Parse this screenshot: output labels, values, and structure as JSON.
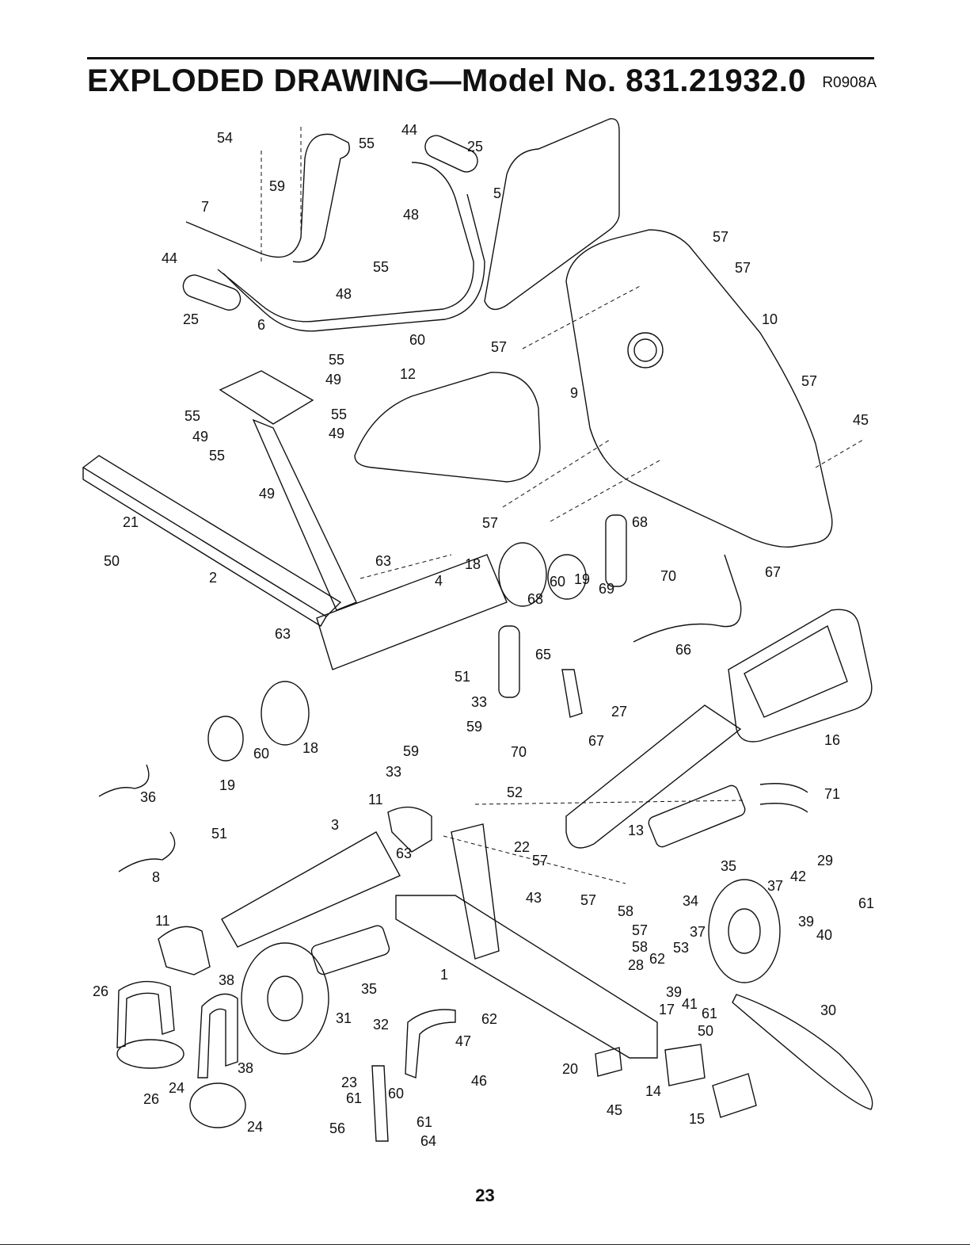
{
  "header": {
    "title": "EXPLODED DRAWING—Model No. 831.21932.0",
    "code": "R0908A"
  },
  "callouts": {
    "c54": "54",
    "c59": "59",
    "c55a": "55",
    "c44a": "44",
    "c25a": "25",
    "c7": "7",
    "c48a": "48",
    "c44b": "44",
    "c55b": "55",
    "c48b": "48",
    "c25b": "25",
    "c6": "6",
    "c60a": "60",
    "c5": "5",
    "c57a": "57",
    "c57b": "57",
    "c10": "10",
    "c57c": "57",
    "c12": "12",
    "c9": "9",
    "c55c": "55",
    "c49a": "49",
    "c55d": "55",
    "c55e": "55",
    "c49b": "49",
    "c49c": "49",
    "c55f": "55",
    "c49d": "49",
    "c57d": "57",
    "c45a": "45",
    "c21": "21",
    "c50a": "50",
    "c2": "2",
    "c57e": "57",
    "c68a": "68",
    "c63a": "63",
    "c18a": "18",
    "c4": "4",
    "c60b": "60",
    "c19a": "19",
    "c70a": "70",
    "c67a": "67",
    "c69": "69",
    "c63b": "63",
    "c68b": "68",
    "c65": "65",
    "c66": "66",
    "c51a": "51",
    "c27": "27",
    "c16": "16",
    "c33a": "33",
    "c60c": "60",
    "c18b": "18",
    "c59b": "59",
    "c59c": "59",
    "c70b": "70",
    "c67b": "67",
    "c19b": "19",
    "c33b": "33",
    "c36": "36",
    "c52": "52",
    "c71": "71",
    "c11a": "11",
    "c13": "13",
    "c3": "3",
    "c51b": "51",
    "c8": "8",
    "c63c": "63",
    "c22": "22",
    "c57f": "57",
    "c35a": "35",
    "c29": "29",
    "c42": "42",
    "c37a": "37",
    "c43": "43",
    "c34": "34",
    "c61a": "61",
    "c57g": "57",
    "c58a": "58",
    "c39a": "39",
    "c40": "40",
    "c11b": "11",
    "c57h": "57",
    "c37b": "37",
    "c58b": "58",
    "c53": "53",
    "c28": "28",
    "c62a": "62",
    "c38a": "38",
    "c26a": "26",
    "c35b": "35",
    "c1": "1",
    "c39b": "39",
    "c31": "31",
    "c17": "17",
    "c41": "41",
    "c61b": "61",
    "c30": "30",
    "c62b": "62",
    "c32": "32",
    "c50b": "50",
    "c47": "47",
    "c38b": "38",
    "c20": "20",
    "c46": "46",
    "c26b": "26",
    "c24a": "24",
    "c23": "23",
    "c60d": "60",
    "c61c": "61",
    "c14": "14",
    "c45b": "45",
    "c15": "15",
    "c24b": "24",
    "c56": "56",
    "c61d": "61",
    "c64": "64"
  },
  "footer": {
    "page_number": "23"
  }
}
